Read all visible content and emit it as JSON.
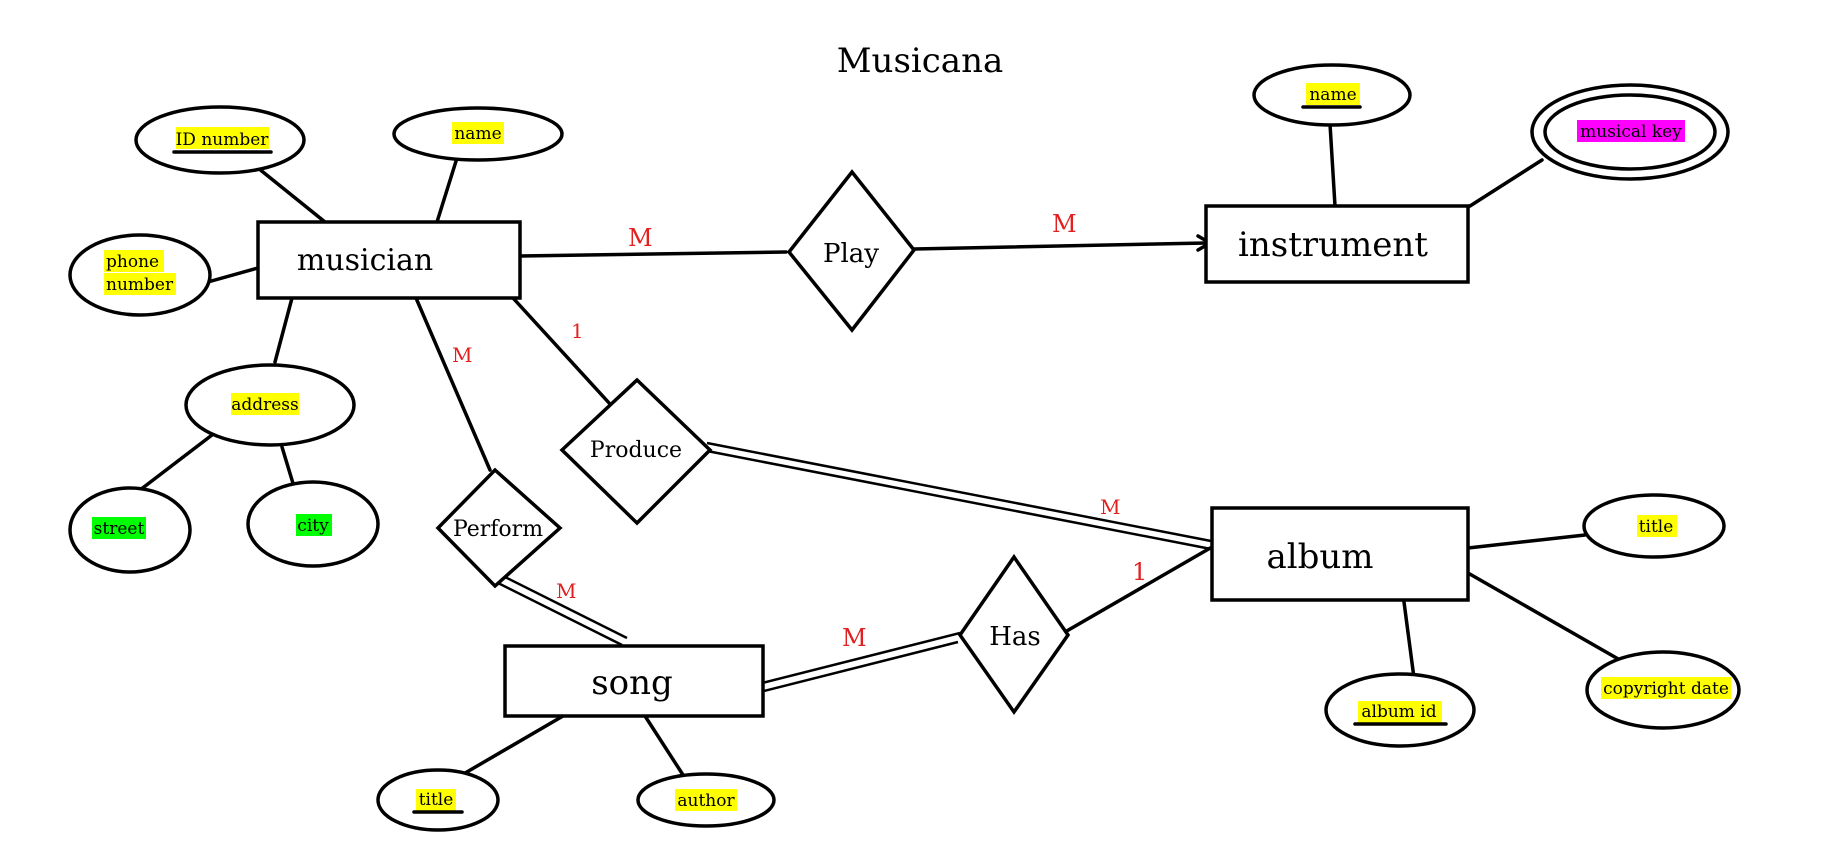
{
  "title": "Musicana",
  "colors": {
    "key_highlight": "#ffff00",
    "composite_part_highlight": "#00ff00",
    "multivalued_highlight": "#ff00ff",
    "cardinality": "#e32020"
  },
  "entities": {
    "musician": "musician",
    "instrument": "instrument",
    "album": "album",
    "song": "song"
  },
  "relationships": {
    "play": "Play",
    "produce": "Produce",
    "perform": "Perform",
    "has": "Has"
  },
  "attributes": {
    "musician_id_number": "ID number",
    "musician_name": "name",
    "musician_phone_line1": "phone",
    "musician_phone_line2": "number",
    "musician_address": "address",
    "address_street": "street",
    "address_city": "city",
    "instrument_name": "name",
    "instrument_musical_key": "musical key",
    "album_title": "title",
    "album_id": "album id",
    "album_copyright_date": "copyright date",
    "song_title": "title",
    "song_author": "author"
  },
  "cardinalities": {
    "musician_play": "M",
    "play_instrument": "M",
    "musician_produce": "1",
    "produce_album": "M",
    "musician_perform": "M",
    "perform_song": "M",
    "song_has": "M",
    "has_album": "1"
  }
}
